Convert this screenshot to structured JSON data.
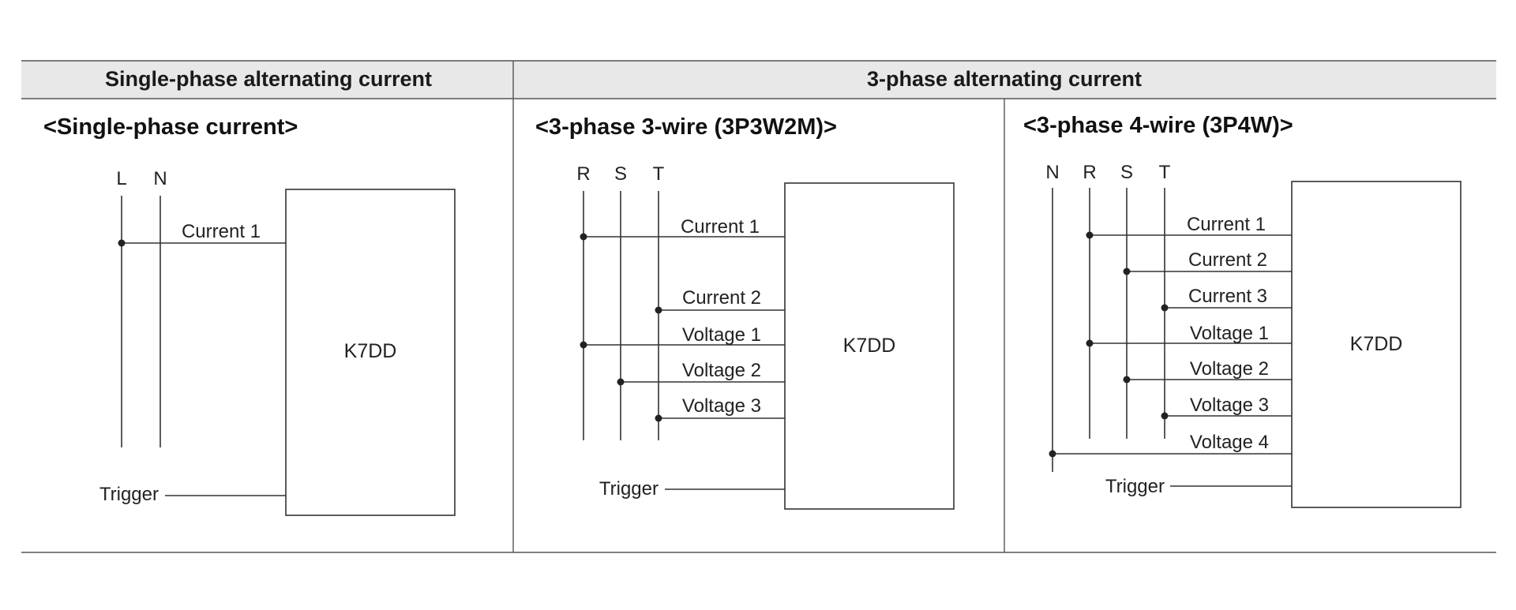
{
  "table": {
    "header_single": "Single-phase alternating current",
    "header_three": "3-phase alternating current",
    "header_bg": "#e8e8e8"
  },
  "single_phase": {
    "title": "<Single-phase current>",
    "wires": [
      "L",
      "N"
    ],
    "signals": [
      "Current 1"
    ],
    "trigger": "Trigger",
    "device": "K7DD"
  },
  "three_phase_3wire": {
    "title": "<3-phase 3-wire (3P3W2M)>",
    "wires": [
      "R",
      "S",
      "T"
    ],
    "signals": [
      "Current 1",
      "Current 2",
      "Voltage 1",
      "Voltage 2",
      "Voltage 3"
    ],
    "trigger": "Trigger",
    "device": "K7DD"
  },
  "three_phase_4wire": {
    "title": "<3-phase 4-wire (3P4W)>",
    "wires": [
      "N",
      "R",
      "S",
      "T"
    ],
    "signals": [
      "Current 1",
      "Current 2",
      "Current 3",
      "Voltage 1",
      "Voltage 2",
      "Voltage 3",
      "Voltage 4"
    ],
    "trigger": "Trigger",
    "device": "K7DD"
  }
}
